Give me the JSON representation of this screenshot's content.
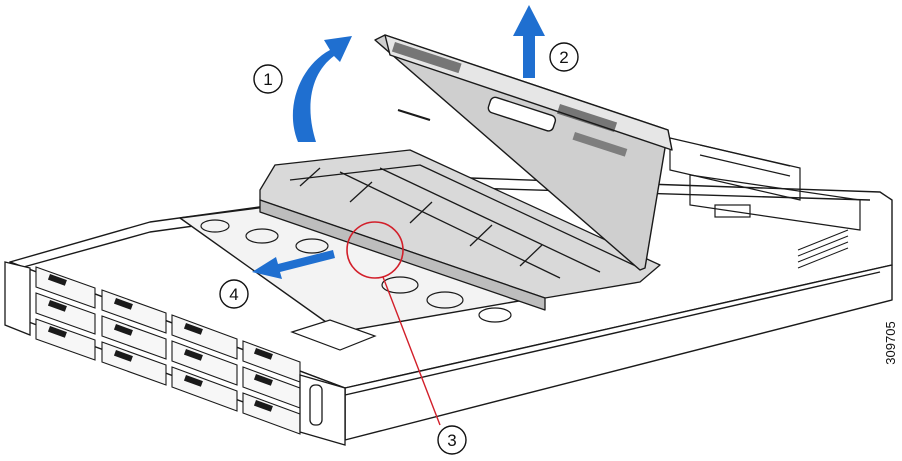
{
  "figure": {
    "figure_id": "309705",
    "colors": {
      "arrow": "#1f6fd0",
      "chassis_line": "#1a1a1a",
      "chassis_fill": "#ffffff",
      "panel_fill": "#d9d9d9",
      "callout_line": "#d21f2a"
    },
    "callouts": [
      {
        "label": "1",
        "meaning": "rotate-up"
      },
      {
        "label": "2",
        "meaning": "lift-up"
      },
      {
        "label": "3",
        "meaning": "pointer"
      },
      {
        "label": "4",
        "meaning": "pull-out"
      }
    ]
  }
}
